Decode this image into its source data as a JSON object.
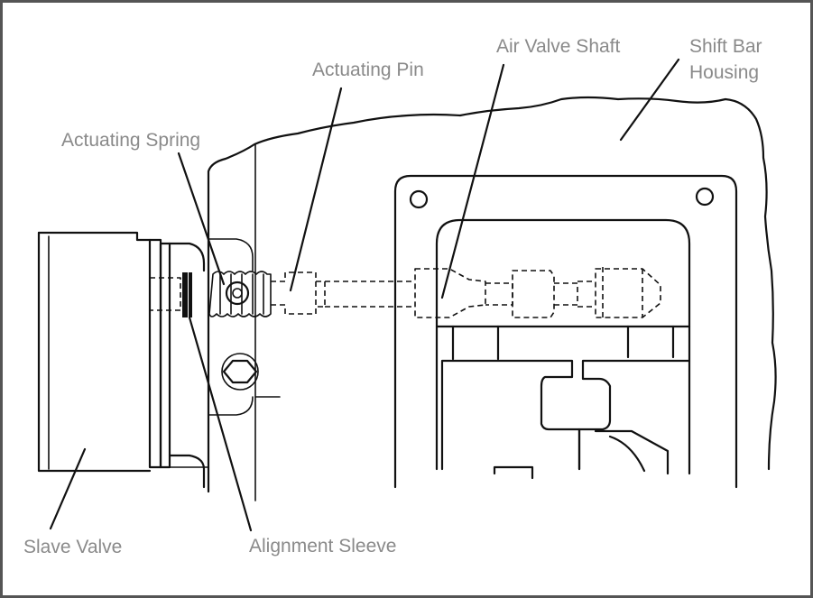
{
  "labels": {
    "actuating_spring": "Actuating Spring",
    "actuating_pin": "Actuating Pin",
    "air_valve_shaft": "Air Valve Shaft",
    "shift_bar_housing_line1": "Shift Bar",
    "shift_bar_housing_line2": "Housing",
    "slave_valve": "Slave Valve",
    "alignment_sleeve": "Alignment Sleeve"
  },
  "colors": {
    "label_text": "#8a8a8a",
    "line_ink": "#111111",
    "border": "#555555",
    "background": "#ffffff"
  }
}
